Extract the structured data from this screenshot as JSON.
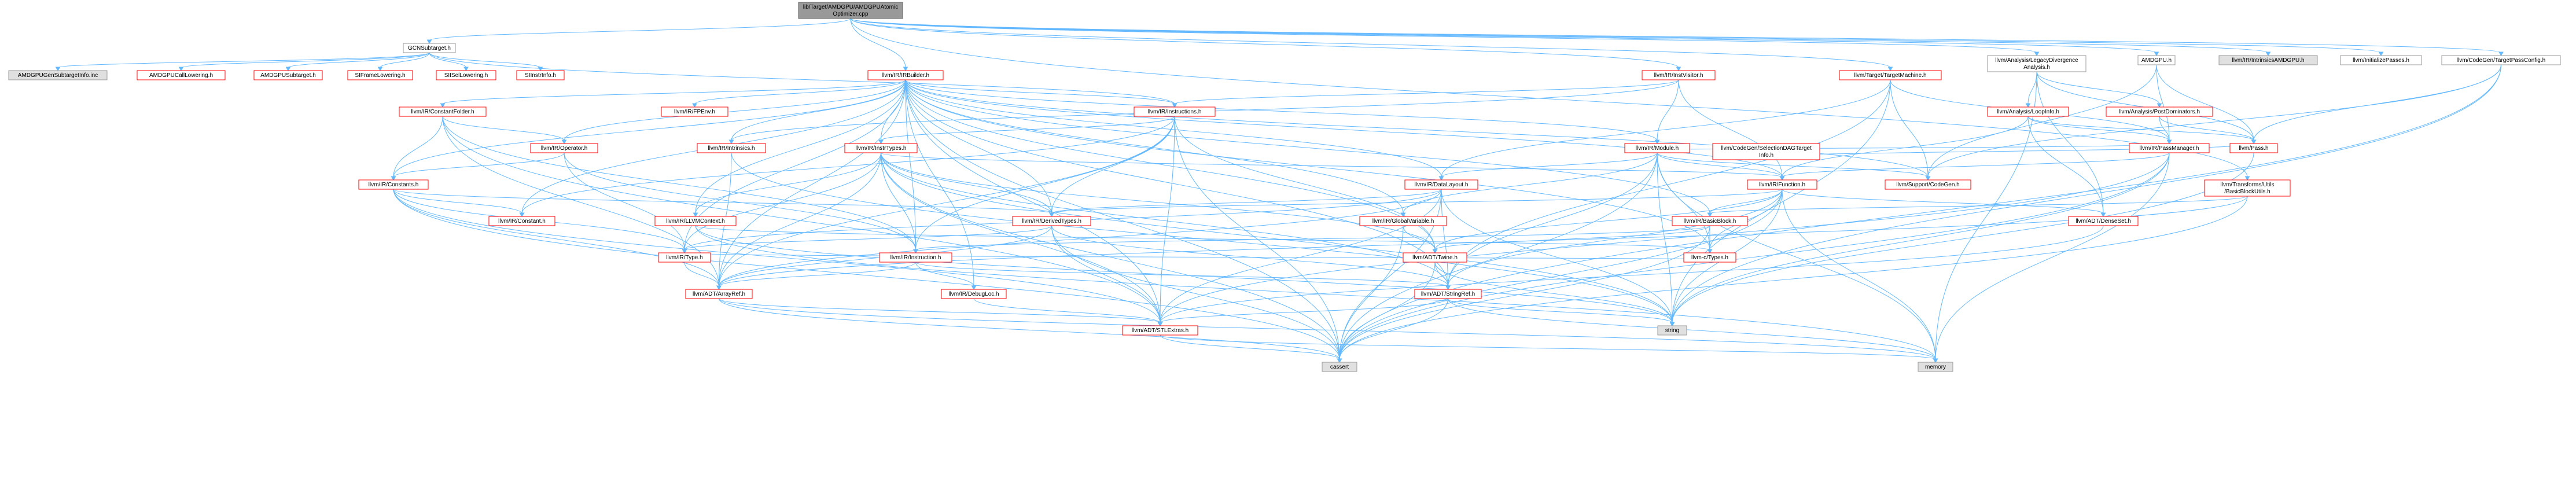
{
  "colors": {
    "edge": "#63b8ff",
    "root_fill": "#999999",
    "gray_fill": "#e0e0e0",
    "white_fill": "#ffffff",
    "red_border": "#ff0000",
    "gray_border": "#999999"
  },
  "nodes": [
    {
      "id": "root",
      "lines": [
        "lib/Target/AMDGPU/AMDGPUAtomic",
        "Optimizer.cpp"
      ],
      "style": "root"
    },
    {
      "id": "gcn",
      "lines": [
        "GCNSubtarget.h"
      ],
      "style": "gray"
    },
    {
      "id": "amdgengen",
      "lines": [
        "AMDGPUGenSubtargetInfo.inc"
      ],
      "style": "filled"
    },
    {
      "id": "amdcall",
      "lines": [
        "AMDGPUCallLowering.h"
      ],
      "style": "red"
    },
    {
      "id": "amdsub",
      "lines": [
        "AMDGPUSubtarget.h"
      ],
      "style": "red"
    },
    {
      "id": "siframe",
      "lines": [
        "SIFrameLowering.h"
      ],
      "style": "red"
    },
    {
      "id": "siisel",
      "lines": [
        "SIISelLowering.h"
      ],
      "style": "red"
    },
    {
      "id": "siinstr",
      "lines": [
        "SIInstrInfo.h"
      ],
      "style": "red"
    },
    {
      "id": "irbuilder",
      "lines": [
        "llvm/IR/IRBuilder.h"
      ],
      "style": "red"
    },
    {
      "id": "instvis",
      "lines": [
        "llvm/IR/InstVisitor.h"
      ],
      "style": "red"
    },
    {
      "id": "tm",
      "lines": [
        "llvm/Target/TargetMachine.h"
      ],
      "style": "red"
    },
    {
      "id": "legdiv",
      "lines": [
        "llvm/Analysis/LegacyDivergence",
        "Analysis.h"
      ],
      "style": "gray"
    },
    {
      "id": "amdgpuh",
      "lines": [
        "AMDGPU.h"
      ],
      "style": "gray"
    },
    {
      "id": "intramd",
      "lines": [
        "llvm/IR/IntrinsicsAMDGPU.h"
      ],
      "style": "filled"
    },
    {
      "id": "initpass",
      "lines": [
        "llvm/InitializePasses.h"
      ],
      "style": "gray"
    },
    {
      "id": "tpc",
      "lines": [
        "llvm/CodeGen/TargetPassConfig.h"
      ],
      "style": "gray"
    },
    {
      "id": "cfolder",
      "lines": [
        "llvm/IR/ConstantFolder.h"
      ],
      "style": "red"
    },
    {
      "id": "fpenv",
      "lines": [
        "llvm/IR/FPEnv.h"
      ],
      "style": "red"
    },
    {
      "id": "instructions",
      "lines": [
        "llvm/IR/Instructions.h"
      ],
      "style": "red"
    },
    {
      "id": "loopinfo",
      "lines": [
        "llvm/Analysis/LoopInfo.h"
      ],
      "style": "red"
    },
    {
      "id": "postdom",
      "lines": [
        "llvm/Analysis/PostDominators.h"
      ],
      "style": "red"
    },
    {
      "id": "operator",
      "lines": [
        "llvm/IR/Operator.h"
      ],
      "style": "red"
    },
    {
      "id": "intrinsics",
      "lines": [
        "llvm/IR/Intrinsics.h"
      ],
      "style": "red"
    },
    {
      "id": "insttypes",
      "lines": [
        "llvm/IR/InstrTypes.h"
      ],
      "style": "red"
    },
    {
      "id": "module",
      "lines": [
        "llvm/IR/Module.h"
      ],
      "style": "red"
    },
    {
      "id": "seldag",
      "lines": [
        "llvm/CodeGen/SelectionDAGTarget",
        "Info.h"
      ],
      "style": "red"
    },
    {
      "id": "passmgr",
      "lines": [
        "llvm/IR/PassManager.h"
      ],
      "style": "red"
    },
    {
      "id": "pass",
      "lines": [
        "llvm/Pass.h"
      ],
      "style": "red"
    },
    {
      "id": "constants",
      "lines": [
        "llvm/IR/Constants.h"
      ],
      "style": "red"
    },
    {
      "id": "datalayout",
      "lines": [
        "llvm/IR/DataLayout.h"
      ],
      "style": "red"
    },
    {
      "id": "function",
      "lines": [
        "llvm/IR/Function.h"
      ],
      "style": "red"
    },
    {
      "id": "supportcg",
      "lines": [
        "llvm/Support/CodeGen.h"
      ],
      "style": "red"
    },
    {
      "id": "bbutils",
      "lines": [
        "llvm/Transforms/Utils",
        "/BasicBlockUtils.h"
      ],
      "style": "red"
    },
    {
      "id": "constant",
      "lines": [
        "llvm/IR/Constant.h"
      ],
      "style": "red"
    },
    {
      "id": "llvmctx",
      "lines": [
        "llvm/IR/LLVMContext.h"
      ],
      "style": "red"
    },
    {
      "id": "derived",
      "lines": [
        "llvm/IR/DerivedTypes.h"
      ],
      "style": "red"
    },
    {
      "id": "globalvar",
      "lines": [
        "llvm/IR/GlobalVariable.h"
      ],
      "style": "red"
    },
    {
      "id": "basicblock",
      "lines": [
        "llvm/IR/BasicBlock.h"
      ],
      "style": "red"
    },
    {
      "id": "denseset",
      "lines": [
        "llvm/ADT/DenseSet.h"
      ],
      "style": "red"
    },
    {
      "id": "type",
      "lines": [
        "llvm/IR/Type.h"
      ],
      "style": "red"
    },
    {
      "id": "instruction",
      "lines": [
        "llvm/IR/Instruction.h"
      ],
      "style": "red"
    },
    {
      "id": "twine",
      "lines": [
        "llvm/ADT/Twine.h"
      ],
      "style": "red"
    },
    {
      "id": "ctypes",
      "lines": [
        "llvm-c/Types.h"
      ],
      "style": "red"
    },
    {
      "id": "arrayref",
      "lines": [
        "llvm/ADT/ArrayRef.h"
      ],
      "style": "red"
    },
    {
      "id": "debugloc",
      "lines": [
        "llvm/IR/DebugLoc.h"
      ],
      "style": "red"
    },
    {
      "id": "stringref",
      "lines": [
        "llvm/ADT/StringRef.h"
      ],
      "style": "red"
    },
    {
      "id": "string",
      "lines": [
        "string"
      ],
      "style": "filled"
    },
    {
      "id": "stlextras",
      "lines": [
        "llvm/ADT/STLExtras.h"
      ],
      "style": "red"
    },
    {
      "id": "cassert",
      "lines": [
        "cassert"
      ],
      "style": "filled"
    },
    {
      "id": "memory",
      "lines": [
        "memory"
      ],
      "style": "filled"
    }
  ],
  "edges": [
    [
      "root",
      "gcn"
    ],
    [
      "root",
      "irbuilder"
    ],
    [
      "root",
      "instvis"
    ],
    [
      "root",
      "tm"
    ],
    [
      "root",
      "legdiv"
    ],
    [
      "root",
      "amdgpuh"
    ],
    [
      "root",
      "intramd"
    ],
    [
      "root",
      "initpass"
    ],
    [
      "root",
      "tpc"
    ],
    [
      "root",
      "bbutils"
    ],
    [
      "gcn",
      "amdgengen"
    ],
    [
      "gcn",
      "amdcall"
    ],
    [
      "gcn",
      "amdsub"
    ],
    [
      "gcn",
      "siframe"
    ],
    [
      "gcn",
      "siisel"
    ],
    [
      "gcn",
      "siinstr"
    ],
    [
      "gcn",
      "instructions"
    ],
    [
      "irbuilder",
      "cfolder"
    ],
    [
      "irbuilder",
      "fpenv"
    ],
    [
      "irbuilder",
      "instructions"
    ],
    [
      "irbuilder",
      "operator"
    ],
    [
      "irbuilder",
      "intrinsics"
    ],
    [
      "irbuilder",
      "insttypes"
    ],
    [
      "irbuilder",
      "module"
    ],
    [
      "irbuilder",
      "constants"
    ],
    [
      "irbuilder",
      "datalayout"
    ],
    [
      "irbuilder",
      "function"
    ],
    [
      "irbuilder",
      "constant"
    ],
    [
      "irbuilder",
      "llvmctx"
    ],
    [
      "irbuilder",
      "derived"
    ],
    [
      "irbuilder",
      "globalvar"
    ],
    [
      "irbuilder",
      "basicblock"
    ],
    [
      "irbuilder",
      "type"
    ],
    [
      "irbuilder",
      "instruction"
    ],
    [
      "irbuilder",
      "twine"
    ],
    [
      "irbuilder",
      "ctypes"
    ],
    [
      "irbuilder",
      "arrayref"
    ],
    [
      "irbuilder",
      "debugloc"
    ],
    [
      "irbuilder",
      "stringref"
    ],
    [
      "irbuilder",
      "stlextras"
    ],
    [
      "irbuilder",
      "cassert"
    ],
    [
      "irbuilder",
      "supportcg"
    ],
    [
      "instvis",
      "instructions"
    ],
    [
      "instvis",
      "module"
    ],
    [
      "instvis",
      "function"
    ],
    [
      "instvis",
      "intrinsics"
    ],
    [
      "tm",
      "passmgr"
    ],
    [
      "tm",
      "supportcg"
    ],
    [
      "tm",
      "datalayout"
    ],
    [
      "tm",
      "stringref"
    ],
    [
      "tm",
      "string"
    ],
    [
      "legdiv",
      "loopinfo"
    ],
    [
      "legdiv",
      "postdom"
    ],
    [
      "legdiv",
      "pass"
    ],
    [
      "legdiv",
      "memory"
    ],
    [
      "legdiv",
      "denseset"
    ],
    [
      "amdgpuh",
      "passmgr"
    ],
    [
      "amdgpuh",
      "pass"
    ],
    [
      "amdgpuh",
      "supportcg"
    ],
    [
      "tpc",
      "pass"
    ],
    [
      "tpc",
      "supportcg"
    ],
    [
      "tpc",
      "string"
    ],
    [
      "tpc",
      "cassert"
    ],
    [
      "loopinfo",
      "passmgr"
    ],
    [
      "loopinfo",
      "pass"
    ],
    [
      "loopinfo",
      "function"
    ],
    [
      "loopinfo",
      "denseset"
    ],
    [
      "postdom",
      "passmgr"
    ],
    [
      "postdom",
      "pass"
    ],
    [
      "passmgr",
      "module"
    ],
    [
      "passmgr",
      "function"
    ],
    [
      "passmgr",
      "stlextras"
    ],
    [
      "passmgr",
      "string"
    ],
    [
      "passmgr",
      "memory"
    ],
    [
      "passmgr",
      "cassert"
    ],
    [
      "pass",
      "string"
    ],
    [
      "pass",
      "seldag"
    ],
    [
      "bbutils",
      "basicblock"
    ],
    [
      "bbutils",
      "arrayref"
    ],
    [
      "bbutils",
      "cassert"
    ],
    [
      "cfolder",
      "constants"
    ],
    [
      "cfolder",
      "operator"
    ],
    [
      "cfolder",
      "instruction"
    ],
    [
      "cfolder",
      "arrayref"
    ],
    [
      "cfolder",
      "stlextras"
    ],
    [
      "operator",
      "constants"
    ],
    [
      "operator",
      "instruction"
    ],
    [
      "operator",
      "type"
    ],
    [
      "instructions",
      "insttypes"
    ],
    [
      "instructions",
      "constant"
    ],
    [
      "instructions",
      "derived"
    ],
    [
      "instructions",
      "instruction"
    ],
    [
      "instructions",
      "arrayref"
    ],
    [
      "instructions",
      "twine"
    ],
    [
      "instructions",
      "stlextras"
    ],
    [
      "instructions",
      "cassert"
    ],
    [
      "intrinsics",
      "arrayref"
    ],
    [
      "intrinsics",
      "string"
    ],
    [
      "insttypes",
      "function"
    ],
    [
      "insttypes",
      "llvmctx"
    ],
    [
      "insttypes",
      "derived"
    ],
    [
      "insttypes",
      "instruction"
    ],
    [
      "insttypes",
      "arrayref"
    ],
    [
      "insttypes",
      "stringref"
    ],
    [
      "insttypes",
      "twine"
    ],
    [
      "insttypes",
      "stlextras"
    ],
    [
      "insttypes",
      "string"
    ],
    [
      "insttypes",
      "cassert"
    ],
    [
      "insttypes",
      "type"
    ],
    [
      "module",
      "function"
    ],
    [
      "module",
      "datalayout"
    ],
    [
      "module",
      "globalvar"
    ],
    [
      "module",
      "stringref"
    ],
    [
      "module",
      "ctypes"
    ],
    [
      "module",
      "supportcg"
    ],
    [
      "module",
      "string"
    ],
    [
      "module",
      "memory"
    ],
    [
      "module",
      "cassert"
    ],
    [
      "constants",
      "constant"
    ],
    [
      "constants",
      "derived"
    ],
    [
      "constants",
      "type"
    ],
    [
      "constants",
      "arrayref"
    ],
    [
      "constants",
      "stlextras"
    ],
    [
      "constants",
      "cassert"
    ],
    [
      "datalayout",
      "derived"
    ],
    [
      "datalayout",
      "type"
    ],
    [
      "datalayout",
      "arrayref"
    ],
    [
      "datalayout",
      "stringref"
    ],
    [
      "datalayout",
      "stlextras"
    ],
    [
      "datalayout",
      "string"
    ],
    [
      "datalayout",
      "cassert"
    ],
    [
      "function",
      "basicblock"
    ],
    [
      "function",
      "derived"
    ],
    [
      "function",
      "denseset"
    ],
    [
      "function",
      "twine"
    ],
    [
      "function",
      "stringref"
    ],
    [
      "function",
      "ctypes"
    ],
    [
      "function",
      "string"
    ],
    [
      "function",
      "memory"
    ],
    [
      "function",
      "cassert"
    ],
    [
      "llvmctx",
      "ctypes"
    ],
    [
      "llvmctx",
      "string"
    ],
    [
      "llvmctx",
      "memory"
    ],
    [
      "derived",
      "type"
    ],
    [
      "derived",
      "arrayref"
    ],
    [
      "derived",
      "stringref"
    ],
    [
      "derived",
      "stlextras"
    ],
    [
      "derived",
      "cassert"
    ],
    [
      "globalvar",
      "twine"
    ],
    [
      "globalvar",
      "cassert"
    ],
    [
      "basicblock",
      "instruction"
    ],
    [
      "basicblock",
      "twine"
    ],
    [
      "basicblock",
      "ctypes"
    ],
    [
      "basicblock",
      "cassert"
    ],
    [
      "type",
      "arrayref"
    ],
    [
      "type",
      "ctypes"
    ],
    [
      "instruction",
      "debugloc"
    ],
    [
      "instruction",
      "stringref"
    ],
    [
      "instruction",
      "arrayref"
    ],
    [
      "twine",
      "stringref"
    ],
    [
      "twine",
      "string"
    ],
    [
      "twine",
      "cassert"
    ],
    [
      "arrayref",
      "stlextras"
    ],
    [
      "arrayref",
      "cassert"
    ],
    [
      "arrayref",
      "memory"
    ],
    [
      "debugloc",
      "stlextras"
    ],
    [
      "stringref",
      "stlextras"
    ],
    [
      "stringref",
      "string"
    ],
    [
      "stringref",
      "cassert"
    ],
    [
      "stringref",
      "memory"
    ],
    [
      "stlextras",
      "cassert"
    ],
    [
      "stlextras",
      "memory"
    ],
    [
      "denseset",
      "stlextras"
    ]
  ]
}
